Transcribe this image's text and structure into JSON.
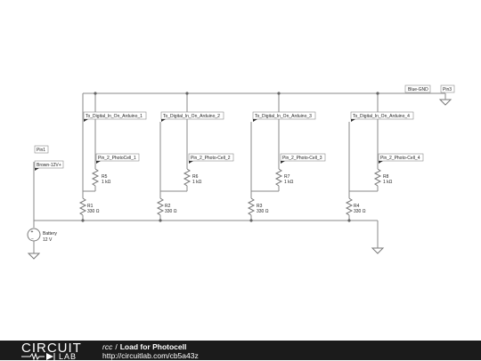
{
  "pins": {
    "pin1": "Pin1",
    "pin3": "Pin3",
    "brown": "Brown-12V+",
    "blue": "Blue-GND"
  },
  "digital_tags": [
    "To_Digital_In_On_Arduino_1",
    "To_Digital_In_On_Arduino_2",
    "To_Digital_In_On_Arduino_3",
    "To_Digital_In_On_Arduino_4"
  ],
  "photocell_tags": [
    "Pin_2_PhotoCell_1",
    "Pin_2_Photo-Cell_2",
    "Pin_2_Photo-Cell_3",
    "Pin_2_Photo-Cell_4"
  ],
  "resistors_top": [
    {
      "name": "R5",
      "value": "1 kΩ"
    },
    {
      "name": "R6",
      "value": "1 kΩ"
    },
    {
      "name": "R7",
      "value": "1 kΩ"
    },
    {
      "name": "R8",
      "value": "1 kΩ"
    }
  ],
  "resistors_bottom": [
    {
      "name": "R1",
      "value": "330 Ω"
    },
    {
      "name": "R2",
      "value": "330 Ω"
    },
    {
      "name": "R3",
      "value": "330 Ω"
    },
    {
      "name": "R4",
      "value": "330 Ω"
    }
  ],
  "battery": {
    "name": "Battery",
    "value": "12 V"
  },
  "footer": {
    "logo_top": "CIRCUIT",
    "logo_bottom": "LAB",
    "user": "rcc",
    "separator": "/",
    "title": "Load for Photocell",
    "url": "http://circuitlab.com/cb5a43z"
  }
}
